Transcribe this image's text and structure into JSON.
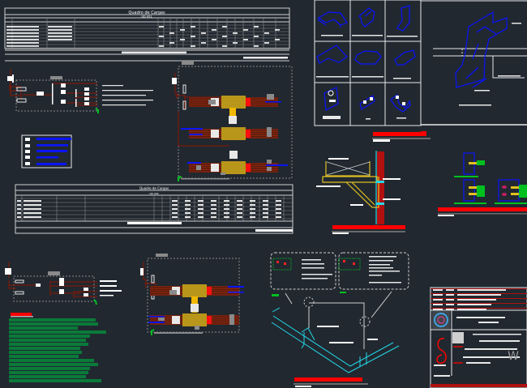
{
  "canvas": {
    "background": "#212830",
    "colors": {
      "line_white": "#e8e8e8",
      "line_gray": "#8a8a8a",
      "wire_brown": "#7a1a0a",
      "blue": "#0a14ff",
      "cyan": "#22d8e8",
      "yellow": "#e0c020",
      "gold": "#b8961a",
      "red": "#ff0000",
      "green": "#00c020",
      "dark_green": "#0a7a3a"
    }
  },
  "sheets": {
    "load_table_top": {
      "title": "Quadro de Cargas",
      "subtitle": "QD 001"
    },
    "load_table_mid": {
      "title": "Quadro de Cargas",
      "subtitle": "QD 002"
    },
    "cable_tray_catalog": {
      "item_count": 9
    },
    "title_block": {
      "watermark": "W"
    }
  }
}
